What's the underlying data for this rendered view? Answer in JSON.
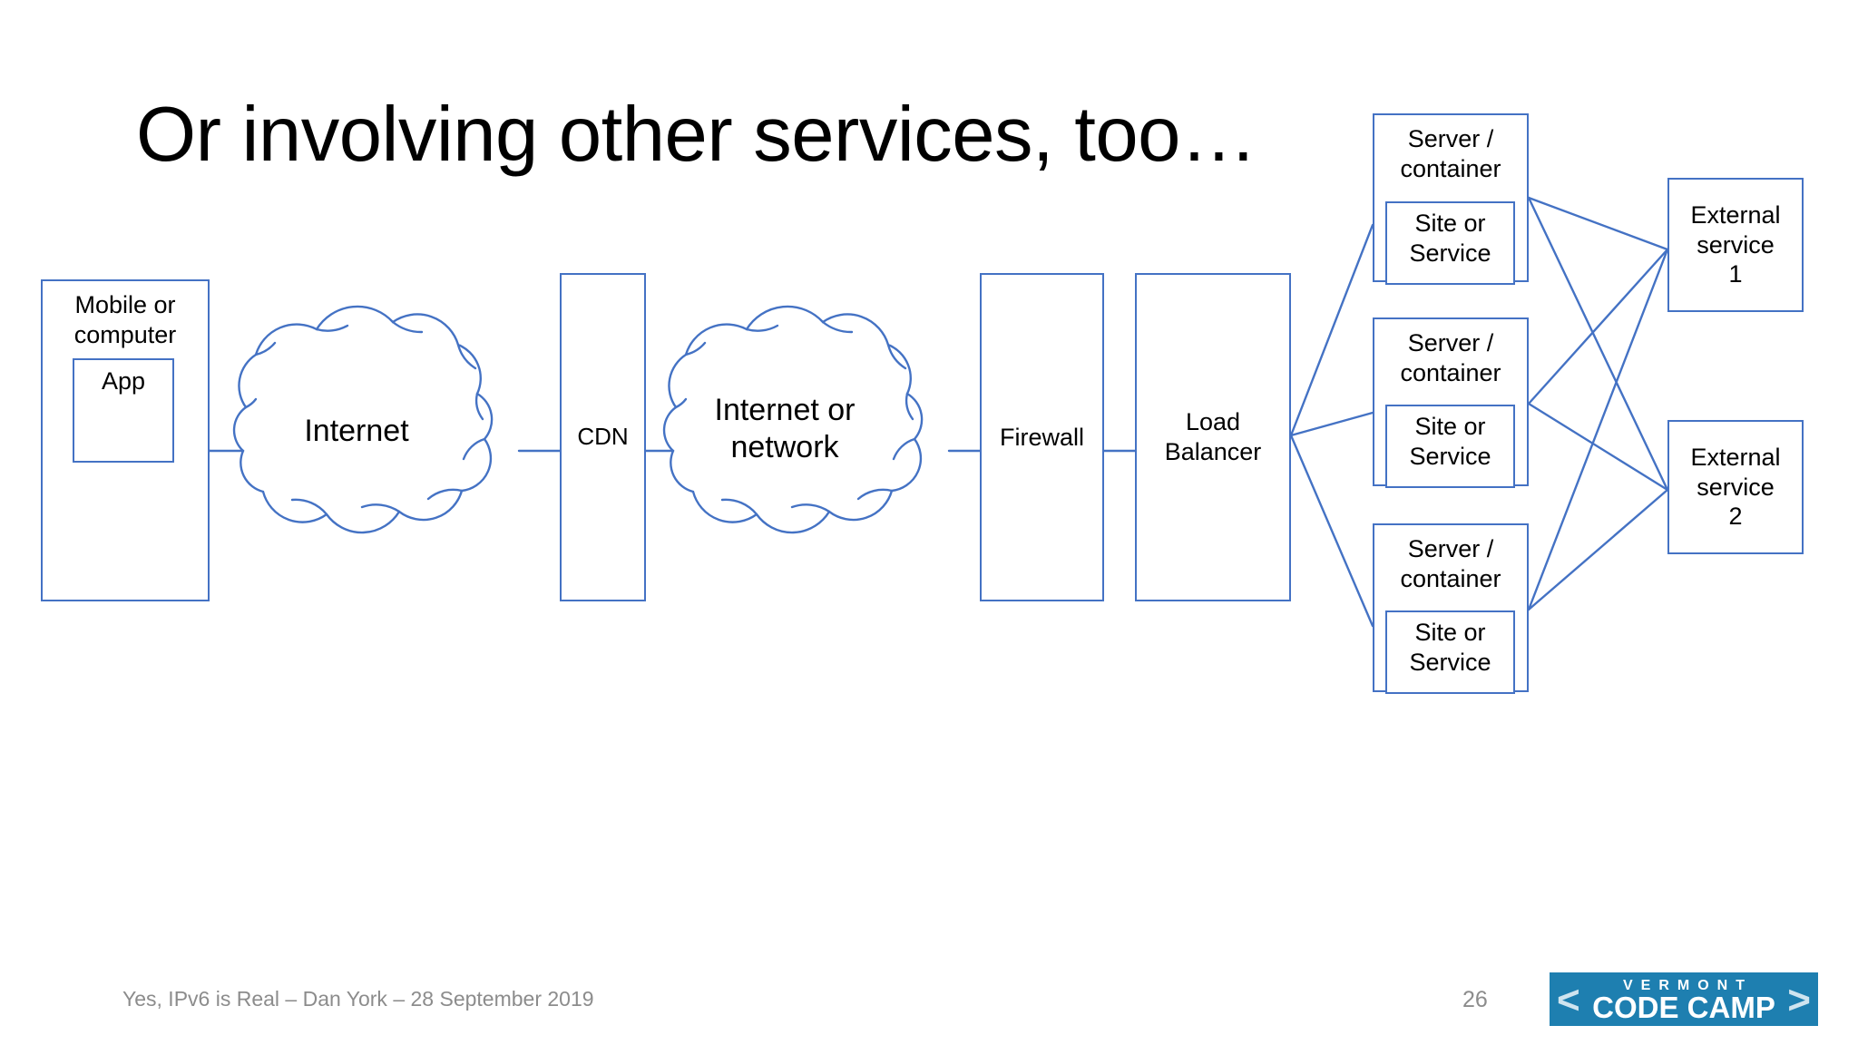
{
  "slide": {
    "title": "Or involving other services, too…",
    "page_number": "26",
    "footer": "Yes, IPv6 is Real – Dan York – 28 September 2019"
  },
  "colors": {
    "stroke": "#4472C4",
    "background": "#FFFFFF",
    "text": "#000000",
    "footer_text": "#8C8C8C",
    "logo_background": "#1E7FB0",
    "logo_text": "#FFFFFF"
  },
  "diagram": {
    "type": "network-architecture-flow",
    "nodes": {
      "device": "Mobile or\ncomputer",
      "app": "App",
      "cloud_internet": "Internet",
      "cdn": "CDN",
      "cloud_network": "Internet or\nnetwork",
      "firewall": "Firewall",
      "load_balancer": "Load\nBalancer",
      "server_1": "Server /\ncontainer",
      "server_2": "Server /\ncontainer",
      "server_3": "Server /\ncontainer",
      "site_1": "Site or\nService",
      "site_2": "Site or\nService",
      "site_3": "Site or\nService",
      "external_1": "External\nservice\n1",
      "external_2": "External\nservice\n2"
    },
    "flow_order": [
      "Mobile or computer (App)",
      "Internet",
      "CDN",
      "Internet or network",
      "Firewall",
      "Load Balancer",
      "Server / container x3 (Site or Service)",
      "External service 1 / External service 2"
    ]
  },
  "logo": {
    "bracket_left": "<",
    "bracket_right": ">",
    "line1": "VERMONT",
    "line2": "CODE CAMP"
  }
}
